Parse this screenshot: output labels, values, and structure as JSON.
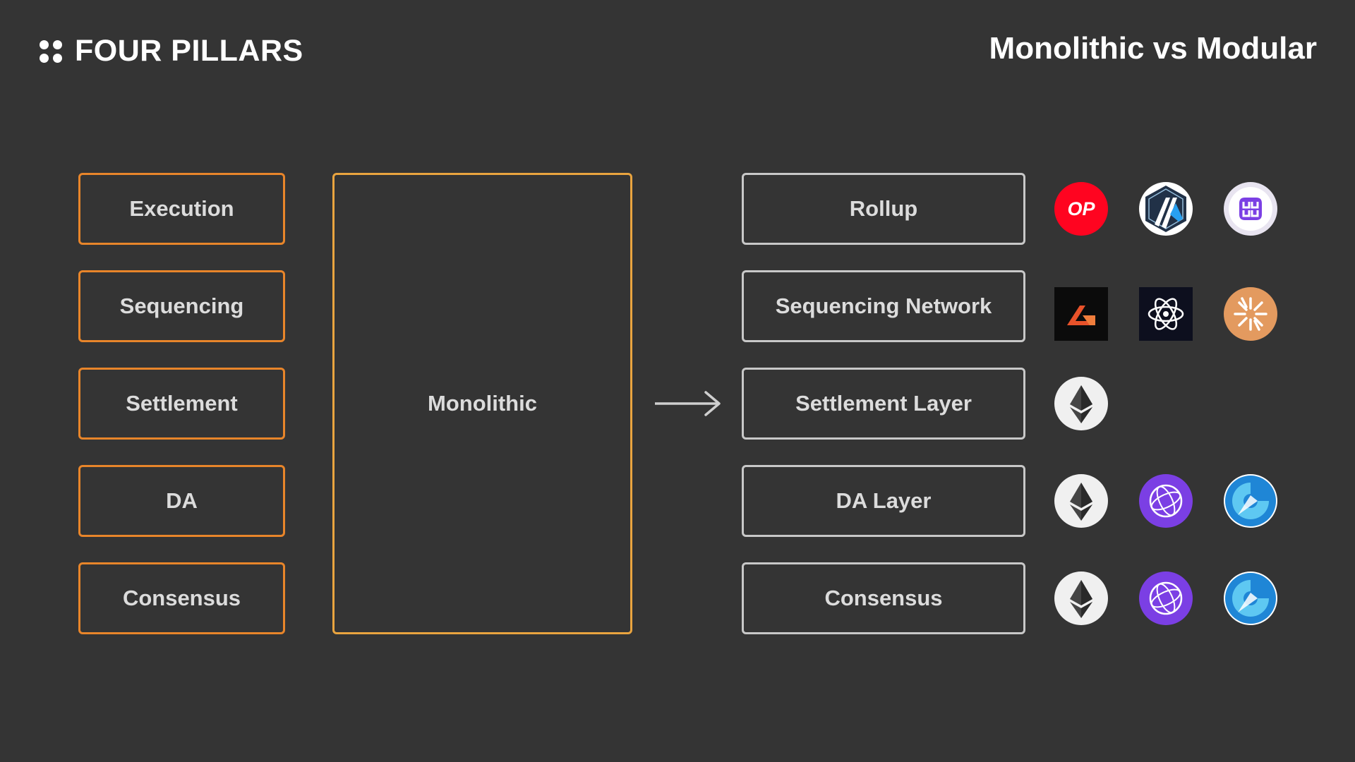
{
  "header": {
    "brand": "FOUR PILLARS",
    "title": "Monolithic vs Modular"
  },
  "monolithic_stack": [
    "Execution",
    "Sequencing",
    "Settlement",
    "DA",
    "Consensus"
  ],
  "monolithic_label": "Monolithic",
  "modular_stack": [
    "Rollup",
    "Sequencing Network",
    "Settlement Layer",
    "DA Layer",
    "Consensus"
  ],
  "logo_text": {
    "optimism": "OP"
  },
  "colors": {
    "background": "#343434",
    "monolithic_border": "#e8852a",
    "modular_border": "#c8c8c8",
    "optimism": "#ff0420",
    "arbitrum": "#213147",
    "purple": "#7b3fe4",
    "ethereum_bg": "#f0f0f0",
    "orange_logo": "#e39a5f"
  },
  "icons": {
    "rollup": [
      "optimism-logo-icon",
      "arbitrum-logo-icon",
      "zksync-style-logo-icon"
    ],
    "sequencing_network": [
      "astria-logo-icon",
      "espresso-logo-icon",
      "radius-logo-icon"
    ],
    "settlement_layer": [
      "ethereum-logo-icon"
    ],
    "da_layer": [
      "ethereum-logo-icon",
      "celestia-logo-icon",
      "avail-logo-icon"
    ],
    "consensus": [
      "ethereum-logo-icon",
      "celestia-logo-icon",
      "avail-logo-icon"
    ]
  }
}
